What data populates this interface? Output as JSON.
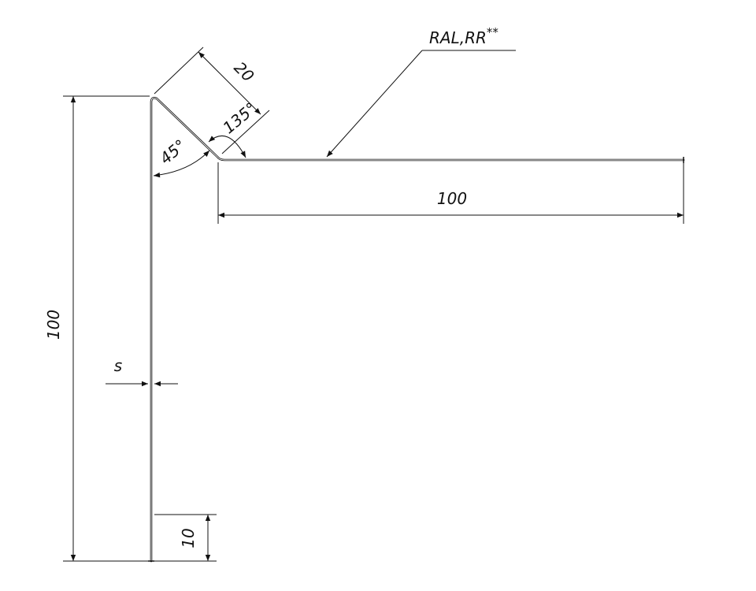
{
  "drawing": {
    "coating_note": "RAL,RR",
    "coating_note_suffix": "**",
    "dimensions": {
      "top_flange_length": "100",
      "wall_height": "100",
      "slope_length": "20",
      "bottom_hem": "10",
      "thickness": "s",
      "angle_outer": "135°",
      "angle_inner": "45°"
    },
    "colors": {
      "line": "#111111",
      "background": "#ffffff"
    }
  }
}
